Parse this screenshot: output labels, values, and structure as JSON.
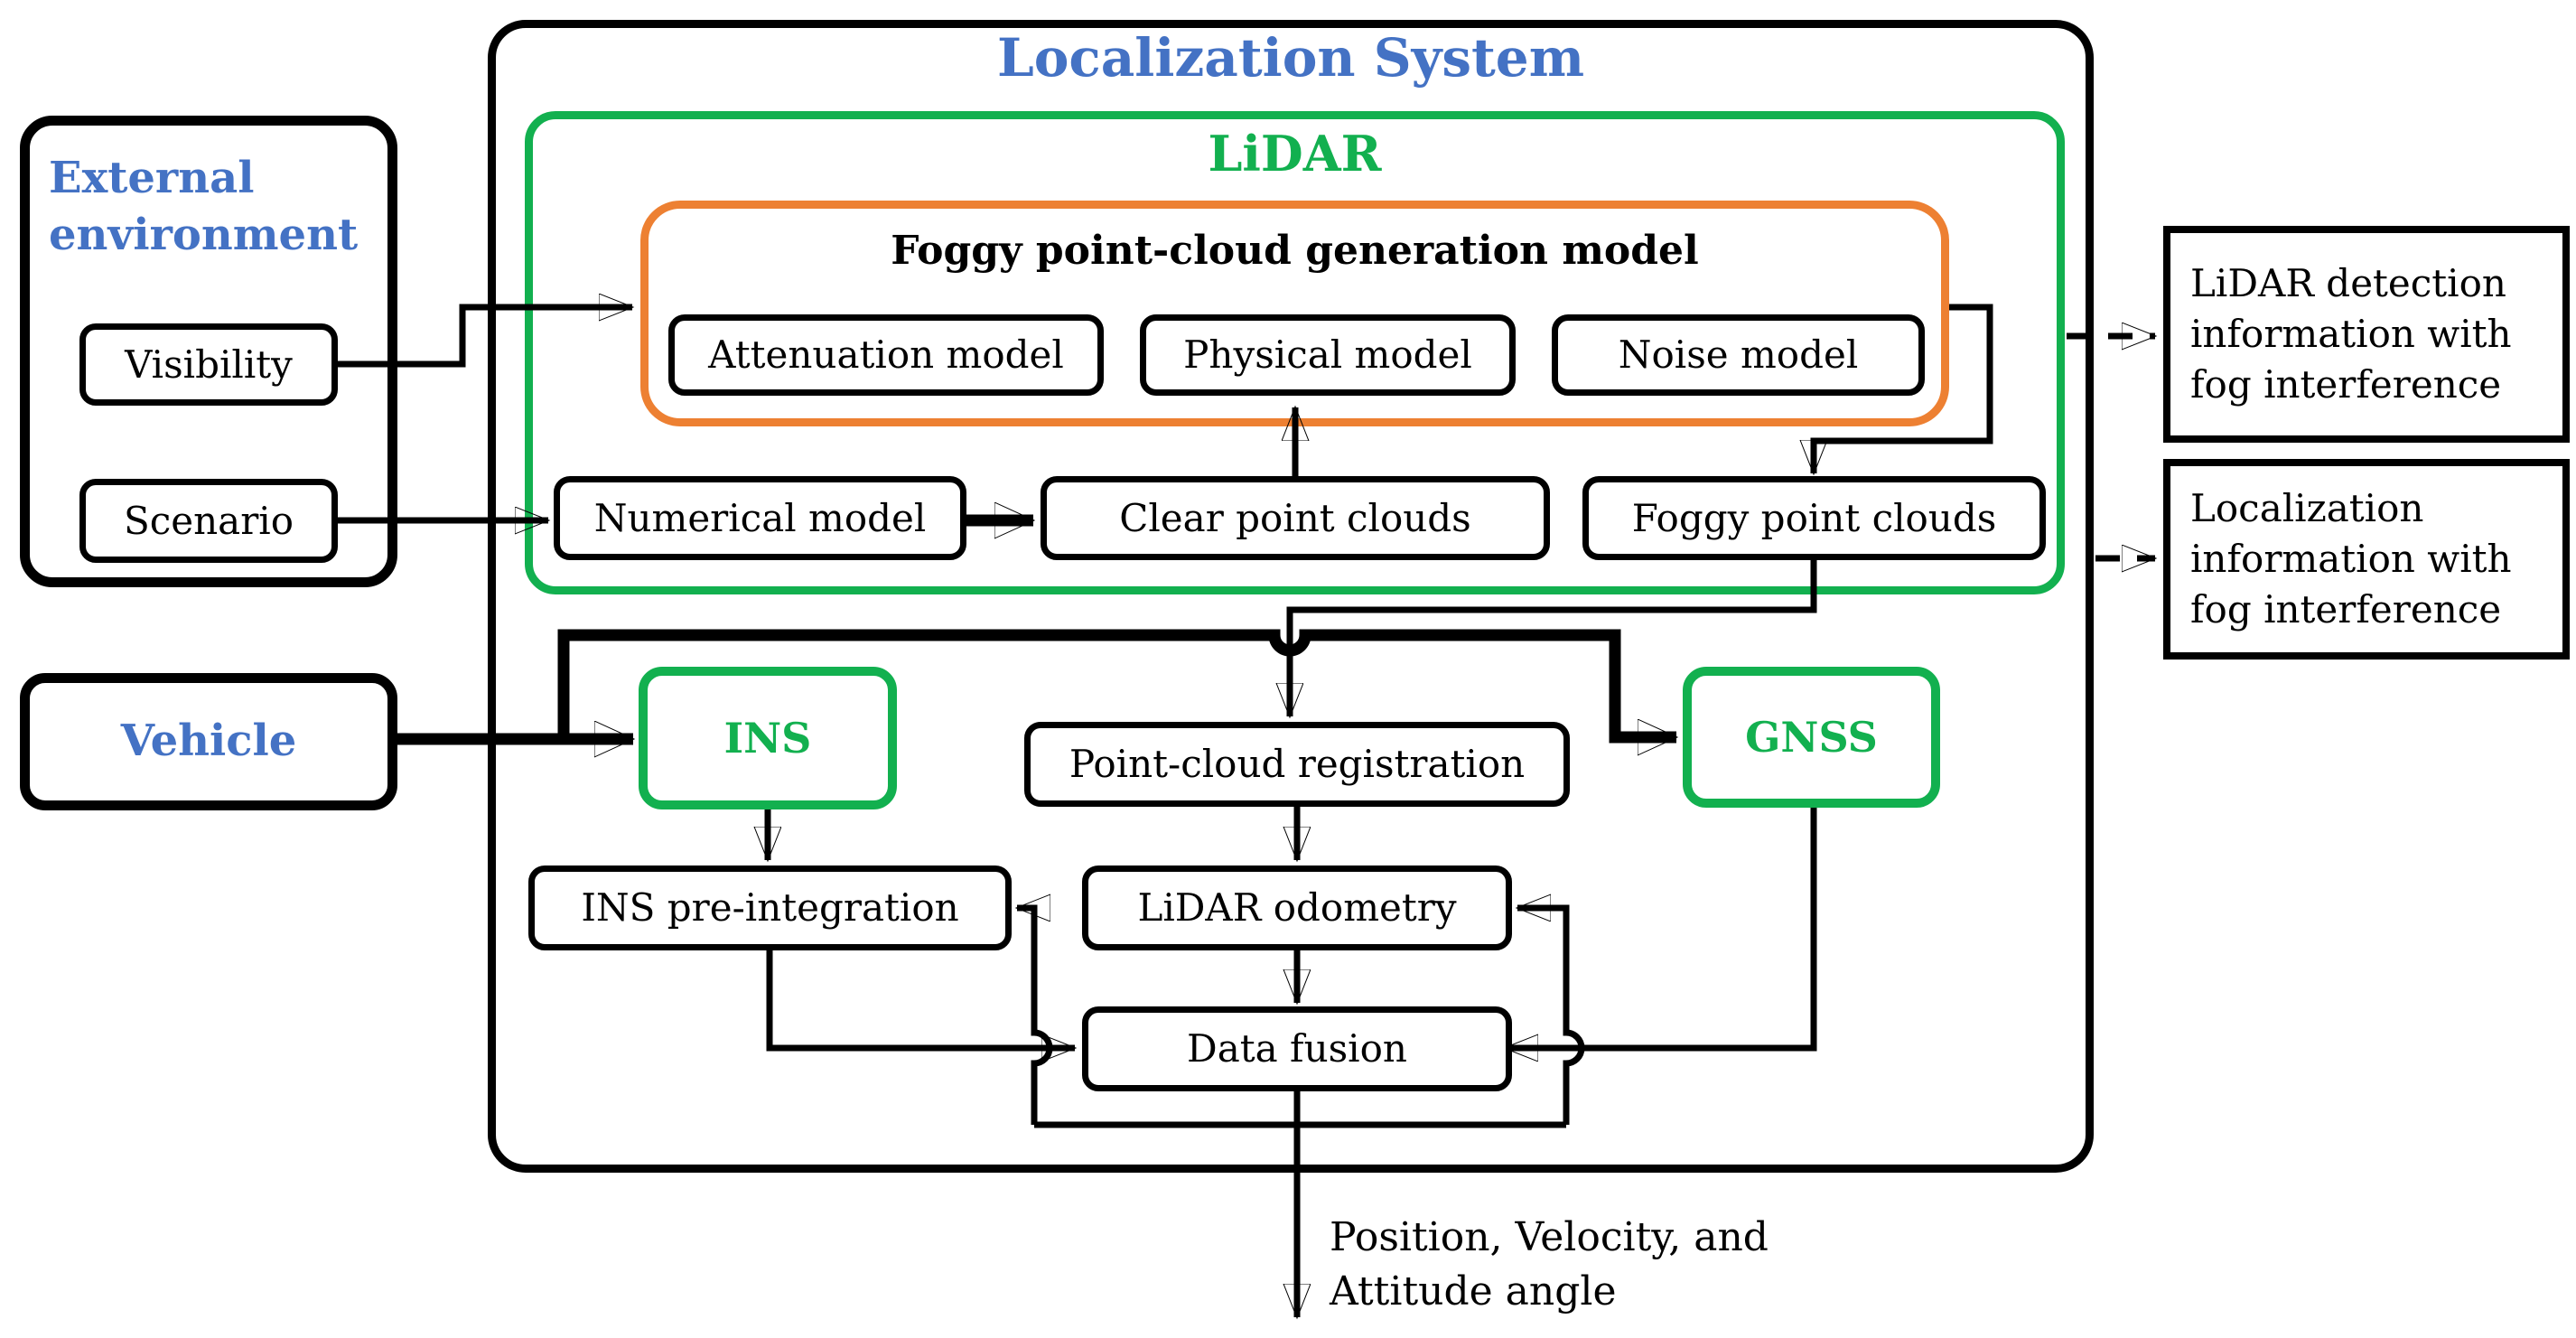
{
  "colors": {
    "accent_blue": "#4472C4",
    "accent_green": "#12B04F",
    "accent_orange": "#ED8032",
    "line_black": "#000000"
  },
  "header": {
    "system_title": "Localization System"
  },
  "external": {
    "title": "External environment",
    "visibility": "Visibility",
    "scenario": "Scenario"
  },
  "vehicle": {
    "title": "Vehicle"
  },
  "lidar_section": {
    "title": "LiDAR",
    "foggy_model_title": "Foggy point-cloud generation model",
    "attenuation": "Attenuation model",
    "physical": "Physical model",
    "noise": "Noise model",
    "numerical": "Numerical model",
    "clear_clouds": "Clear point clouds",
    "foggy_clouds": "Foggy point clouds"
  },
  "localization": {
    "ins": "INS",
    "gnss": "GNSS",
    "pcr": "Point-cloud registration",
    "ins_pre": "INS pre-integration",
    "lidar_odometry": "LiDAR odometry",
    "data_fusion": "Data fusion"
  },
  "outputs": {
    "lidar_info": "LiDAR detection information with fog interference",
    "localization_info": "Localization information with fog interference",
    "final_output": "Position, Velocity, and Attitude angle"
  }
}
